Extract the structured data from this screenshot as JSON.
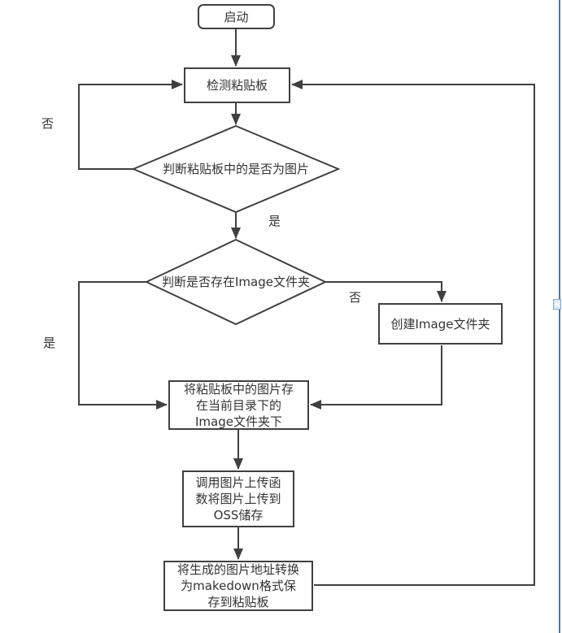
{
  "diagram": {
    "nodes": {
      "start": {
        "label": "启动"
      },
      "detect": {
        "label": "检测粘贴板"
      },
      "is_image_decision": {
        "label": "判断粘贴板中的是否为图片"
      },
      "folder_exists_decision": {
        "label": "判断是否存在Image文件夹"
      },
      "create_folder": {
        "label": "创建Image文件夹"
      },
      "save_local": {
        "lines": [
          "将粘贴板中的图片存",
          "在当前目录下的",
          "Image文件夹下"
        ]
      },
      "upload_oss": {
        "lines": [
          "调用图片上传函",
          "数将图片上传到",
          "OSS储存"
        ]
      },
      "convert_markdown": {
        "lines": [
          "将生成的图片地址转换",
          "为makedown格式保",
          "存到粘贴板"
        ]
      }
    },
    "edge_labels": {
      "is_image_no": "否",
      "is_image_yes": "是",
      "folder_no": "否",
      "folder_yes": "是"
    },
    "colors": {
      "wire": "#404040",
      "text": "#333333",
      "selection_blue": "#4e7ba1",
      "handle_fill": "#d8eaf7"
    }
  }
}
